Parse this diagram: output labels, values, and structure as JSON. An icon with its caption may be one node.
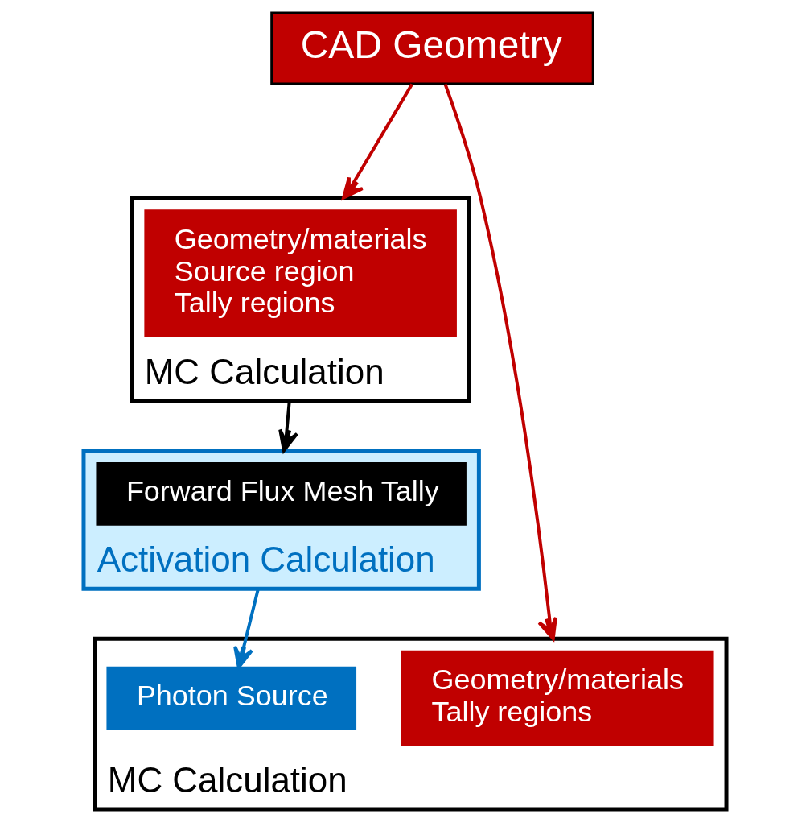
{
  "diagram": {
    "nodes": [
      {
        "text": [
          "CAD Geometry"
        ]
      },
      {
        "text": [
          "MC Calculation"
        ]
      },
      {
        "text": [
          "Geometry/materials",
          "Source region",
          "Tally regions"
        ],
        "in": 1
      },
      {
        "text": [
          "Activation Calculation"
        ]
      },
      {
        "text": [
          "Forward Flux Mesh Tally"
        ],
        "in": 3
      },
      {
        "text": [
          "MC Calculation"
        ]
      },
      {
        "text": [
          "Geometry/materials",
          "Tally regions"
        ],
        "in": 5
      },
      {
        "text": [
          "Photon Source"
        ],
        "in": 5
      }
    ],
    "edges": [
      {
        "from": 0,
        "to": 1,
        "arrow": "to",
        "color": "#c00000"
      },
      {
        "from": 1,
        "to": 3,
        "arrow": "to",
        "color": "#000000"
      },
      {
        "from": 0,
        "to": 5,
        "arrow": "to",
        "color": "#c00000"
      },
      {
        "from": 3,
        "to": 7,
        "arrow": "to",
        "color": "#0070c0"
      }
    ]
  }
}
